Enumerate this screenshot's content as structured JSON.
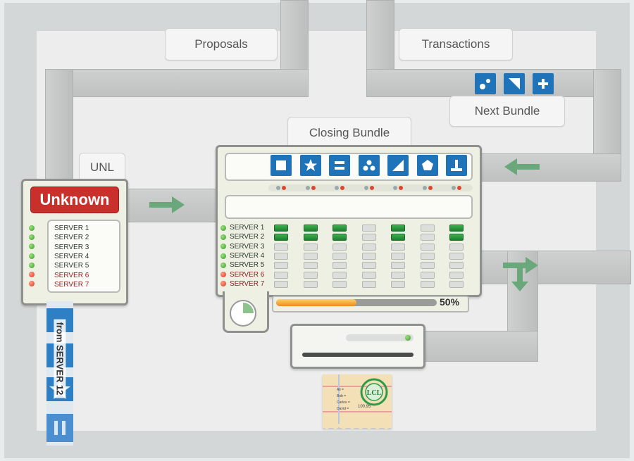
{
  "labels": {
    "proposals": "Proposals",
    "transactions": "Transactions",
    "next_bundle": "Next Bundle",
    "closing_bundle": "Closing Bundle",
    "unl": "UNL"
  },
  "unl_panel": {
    "status": "Unknown",
    "servers": [
      {
        "name": "SERVER 1",
        "status": "green"
      },
      {
        "name": "SERVER 2",
        "status": "green"
      },
      {
        "name": "SERVER 3",
        "status": "green"
      },
      {
        "name": "SERVER 4",
        "status": "green"
      },
      {
        "name": "SERVER 5",
        "status": "green"
      },
      {
        "name": "SERVER 6",
        "status": "red"
      },
      {
        "name": "SERVER 7",
        "status": "red"
      }
    ]
  },
  "closing_panel": {
    "icons": [
      "square-icon",
      "star-icon",
      "equals-icon",
      "three-dots-icon",
      "triangle-icon",
      "pentagon-icon",
      "anchor-icon"
    ],
    "servers": [
      {
        "name": "SERVER 1",
        "status": "green",
        "votes": [
          1,
          1,
          1,
          0,
          1,
          0,
          1
        ]
      },
      {
        "name": "SERVER 2",
        "status": "green",
        "votes": [
          1,
          1,
          1,
          0,
          1,
          0,
          1
        ]
      },
      {
        "name": "SERVER 3",
        "status": "green",
        "votes": [
          0,
          0,
          0,
          0,
          0,
          0,
          0
        ]
      },
      {
        "name": "SERVER 4",
        "status": "green",
        "votes": [
          0,
          0,
          0,
          0,
          0,
          0,
          0
        ]
      },
      {
        "name": "SERVER 5",
        "status": "green",
        "votes": [
          0,
          0,
          0,
          0,
          0,
          0,
          0
        ]
      },
      {
        "name": "SERVER 6",
        "status": "red",
        "votes": [
          0,
          0,
          0,
          0,
          0,
          0,
          0
        ]
      },
      {
        "name": "SERVER 7",
        "status": "red",
        "votes": [
          0,
          0,
          0,
          0,
          0,
          0,
          0
        ]
      }
    ],
    "progress_percent": 50,
    "progress_label": "50%",
    "timer_fraction": 0.25
  },
  "next_bundle_icons": [
    "two-dots-icon",
    "triangle-icon",
    "plus-icon"
  ],
  "incoming_tape": {
    "label": "from SERVER 12"
  },
  "receipt": {
    "lines": [
      "Ali  =",
      "Bob  =",
      "Carlos =",
      "David ="
    ],
    "amount": "100.95",
    "stamp": "LCL"
  },
  "colors": {
    "brand_red": "#c9302c",
    "icon_blue": "#1e73b9",
    "arrow_green": "#6aa77a",
    "progress_orange": "#f5a623"
  }
}
